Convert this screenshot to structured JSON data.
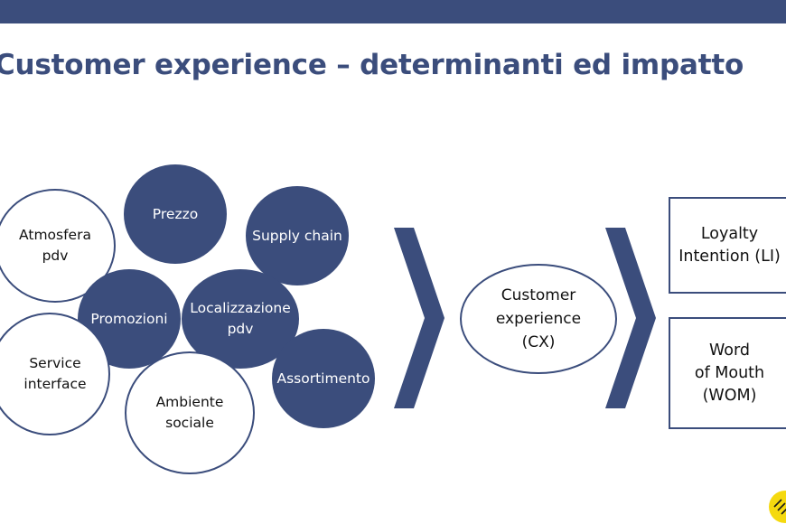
{
  "header": {
    "title": "Customer experience – determinanti ed impatto"
  },
  "determinants": [
    {
      "label": "Atmosfera\npdv",
      "style": "outline"
    },
    {
      "label": "Prezzo",
      "style": "filled"
    },
    {
      "label": "Supply chain",
      "style": "filled"
    },
    {
      "label": "Promozioni",
      "style": "filled"
    },
    {
      "label": "Localizzazione\npdv",
      "style": "filled"
    },
    {
      "label": "Service\ninterface",
      "style": "outline"
    },
    {
      "label": "Assortimento",
      "style": "filled"
    },
    {
      "label": "Ambiente\nsociale",
      "style": "outline"
    }
  ],
  "center": {
    "label": "Customer\nexperience\n(CX)"
  },
  "outcomes": [
    {
      "label": "Loyalty\nIntention (LI)"
    },
    {
      "label": "Word\nof Mouth\n(WOM)"
    }
  ],
  "colors": {
    "primary": "#3b4d7c",
    "logo": "#f5d90f"
  }
}
